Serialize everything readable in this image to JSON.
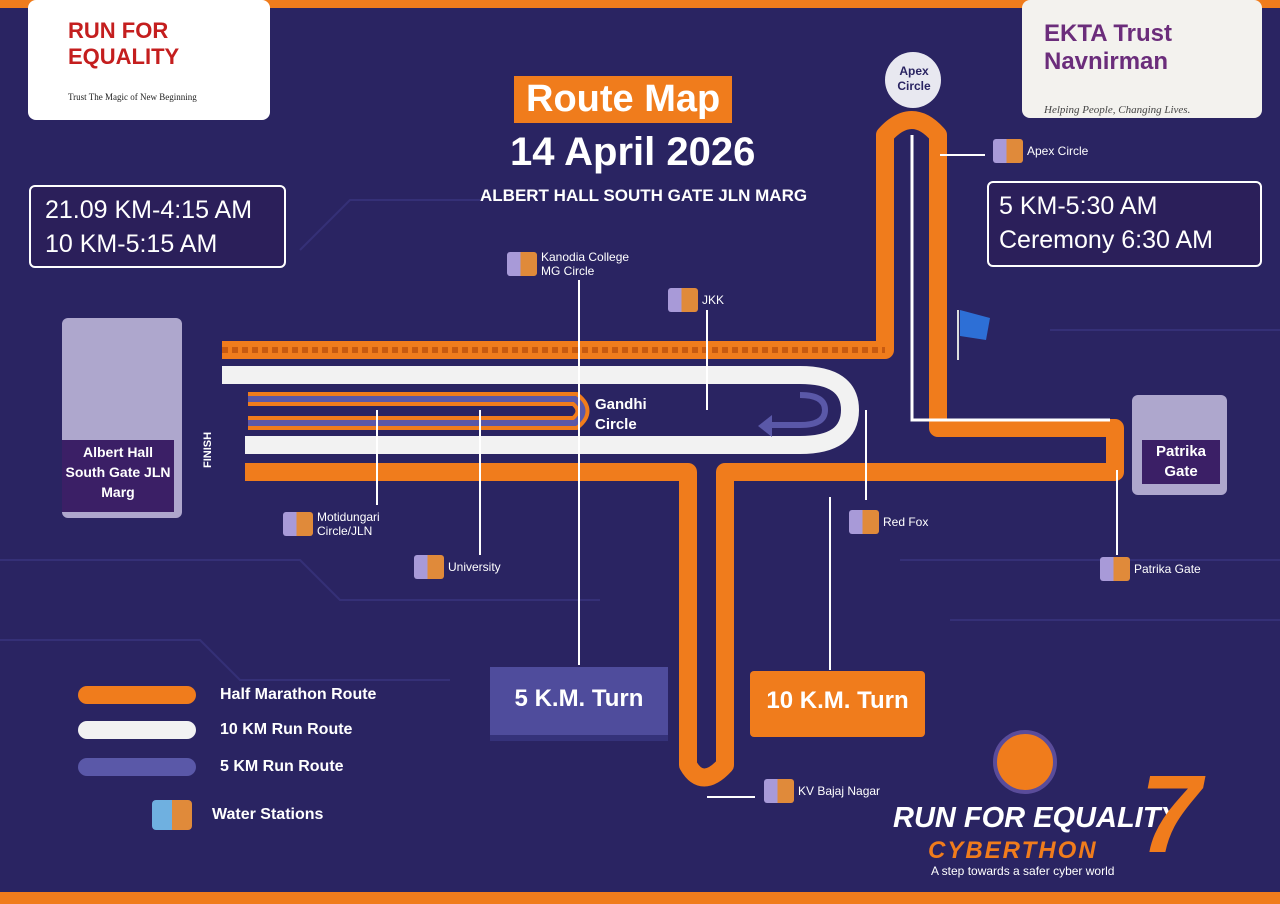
{
  "logos": {
    "left": {
      "name": "RUN FOR EQUALITY",
      "tagline": "Trust The Magic of New Beginning"
    },
    "right": {
      "name": "EKTA Trust Navnirman",
      "tagline": "Helping People, Changing Lives."
    }
  },
  "header": {
    "title": "Route Map",
    "date": "14 April 2026",
    "venue": "ALBERT HALL SOUTH GATE JLN MARG"
  },
  "times": {
    "left": [
      "21.09 KM-4:15 AM",
      "10 KM-5:15 AM"
    ],
    "right": [
      "5 KM-5:30 AM",
      "Ceremony 6:30 AM"
    ]
  },
  "landmarks": {
    "start": "Albert Hall South Gate JLN Marg",
    "gandhi": "Gandhi Circle",
    "patrika": "Patrika Gate",
    "apex": "Apex Circle",
    "finish": "FINISH"
  },
  "water_stations": [
    "Kanodia College MG Circle",
    "JKK",
    "Apex Circle",
    "Motidungari Circle/JLN",
    "University",
    "Red Fox",
    "Patrika Gate",
    "KV Bajaj Nagar"
  ],
  "turns": {
    "five": "5 K.M. Turn",
    "ten": "10 K.M. Turn"
  },
  "legend": [
    "Half Marathon Route",
    "10 KM Run Route",
    "5 KM Run Route",
    "Water Stations"
  ],
  "brand": {
    "line1": "RUN FOR EQUALITY",
    "line2": "CYBERTHON",
    "number": "7",
    "tagline": "A step towards a safer cyber world"
  },
  "colors": {
    "orange": "#f07c1c",
    "background": "#2a2462",
    "five_km": "#5a58a8",
    "ten_km": "#f2f2f2"
  }
}
